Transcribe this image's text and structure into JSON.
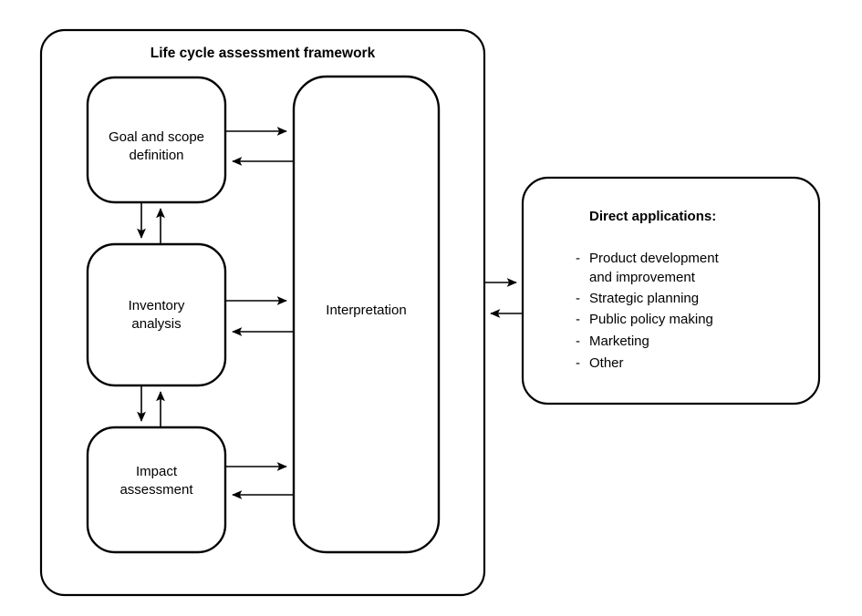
{
  "diagram": {
    "type": "flowchart",
    "title": "Life cycle assessment framework",
    "framework": {
      "title": "Life cycle assessment framework",
      "stages": [
        {
          "id": "goal-and-scope-definition",
          "line1": "Goal and scope",
          "line2": "definition"
        },
        {
          "id": "inventory-analysis",
          "line1": "Inventory",
          "line2": "analysis"
        },
        {
          "id": "impact-assessment",
          "line1": "Impact",
          "line2": "assessment"
        }
      ],
      "interpretation": {
        "id": "interpretation",
        "label": "Interpretation"
      }
    },
    "applications": {
      "title": "Direct applications:",
      "items": [
        {
          "marker": "-",
          "line1": "Product development",
          "line2": "and improvement"
        },
        {
          "marker": "-",
          "line1": "Strategic planning",
          "line2": ""
        },
        {
          "marker": "-",
          "line1": "Public policy making",
          "line2": ""
        },
        {
          "marker": "-",
          "line1": "Marketing",
          "line2": ""
        },
        {
          "marker": "-",
          "line1": "Other",
          "line2": ""
        }
      ]
    },
    "colors": {
      "stroke": "#000000",
      "fill": "#ffffff",
      "text": "#000000"
    }
  }
}
